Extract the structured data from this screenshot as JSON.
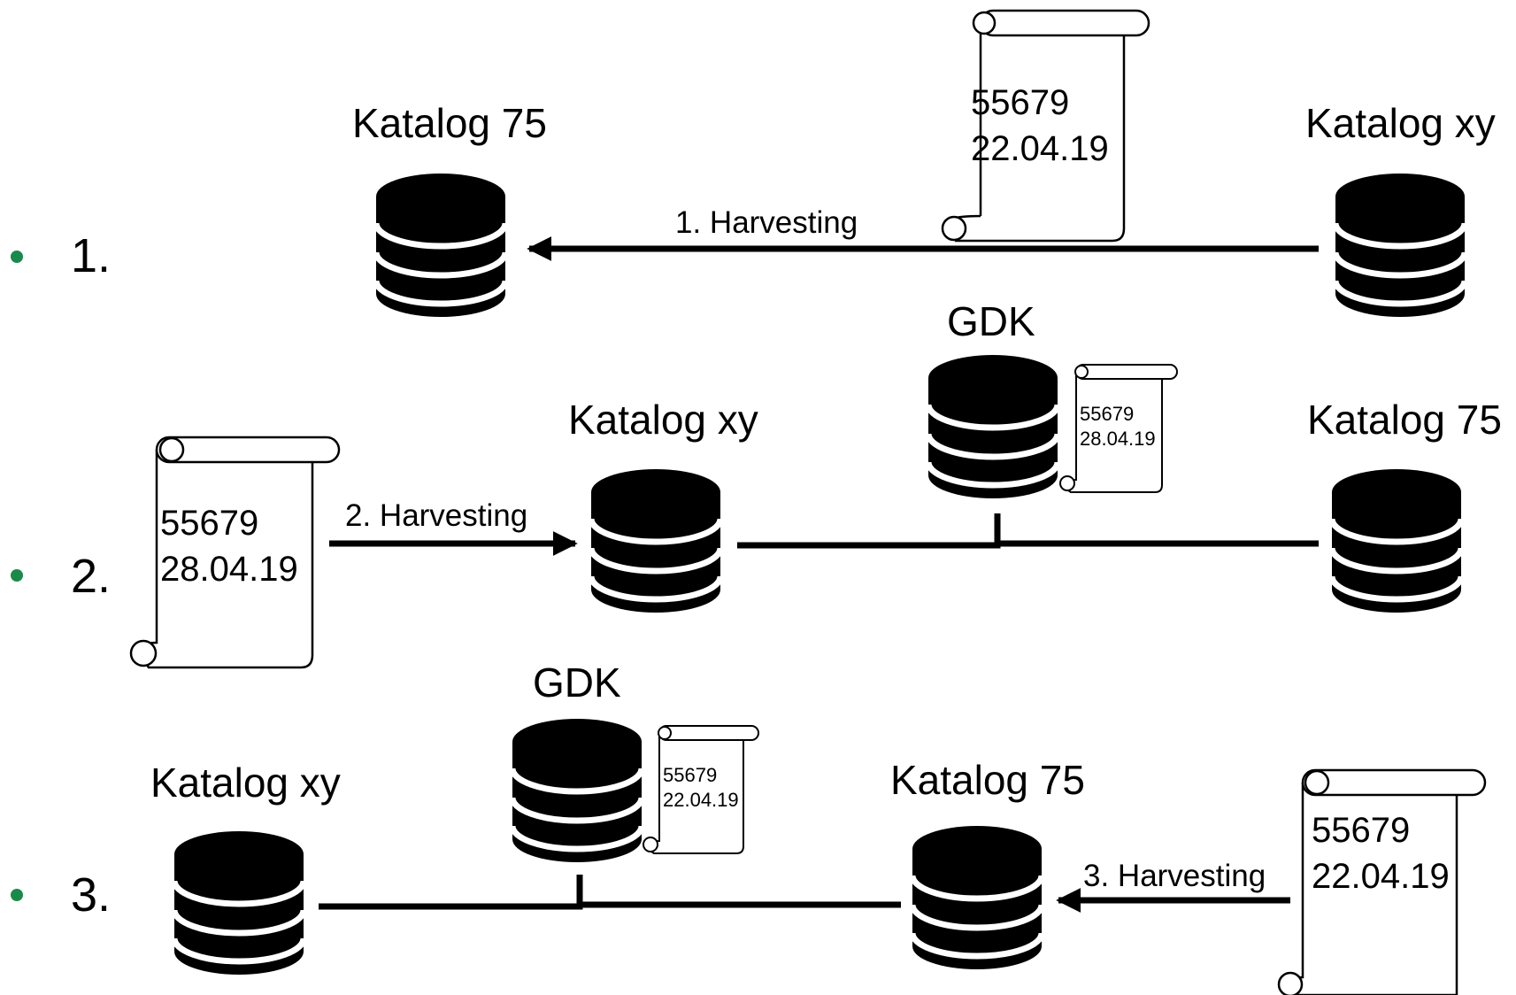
{
  "bullet_color": "#1a8a4a",
  "rows": [
    {
      "step": "1.",
      "left_db": "Katalog 75",
      "right_db": "Katalog xy",
      "arrow_label": "1. Harvesting",
      "record": {
        "id": "55679",
        "date": "22.04.19"
      }
    },
    {
      "step": "2.",
      "left_db": "Katalog xy",
      "right_db": "Katalog 75",
      "hub": "GDK",
      "arrow_label": "2. Harvesting",
      "record": {
        "id": "55679",
        "date": "28.04.19"
      },
      "hub_record": {
        "id": "55679",
        "date": "28.04.19"
      }
    },
    {
      "step": "3.",
      "left_db": "Katalog xy",
      "right_db": "Katalog 75",
      "hub": "GDK",
      "arrow_label": "3. Harvesting",
      "record": {
        "id": "55679",
        "date": "22.04.19"
      },
      "hub_record": {
        "id": "55679",
        "date": "22.04.19"
      }
    }
  ]
}
